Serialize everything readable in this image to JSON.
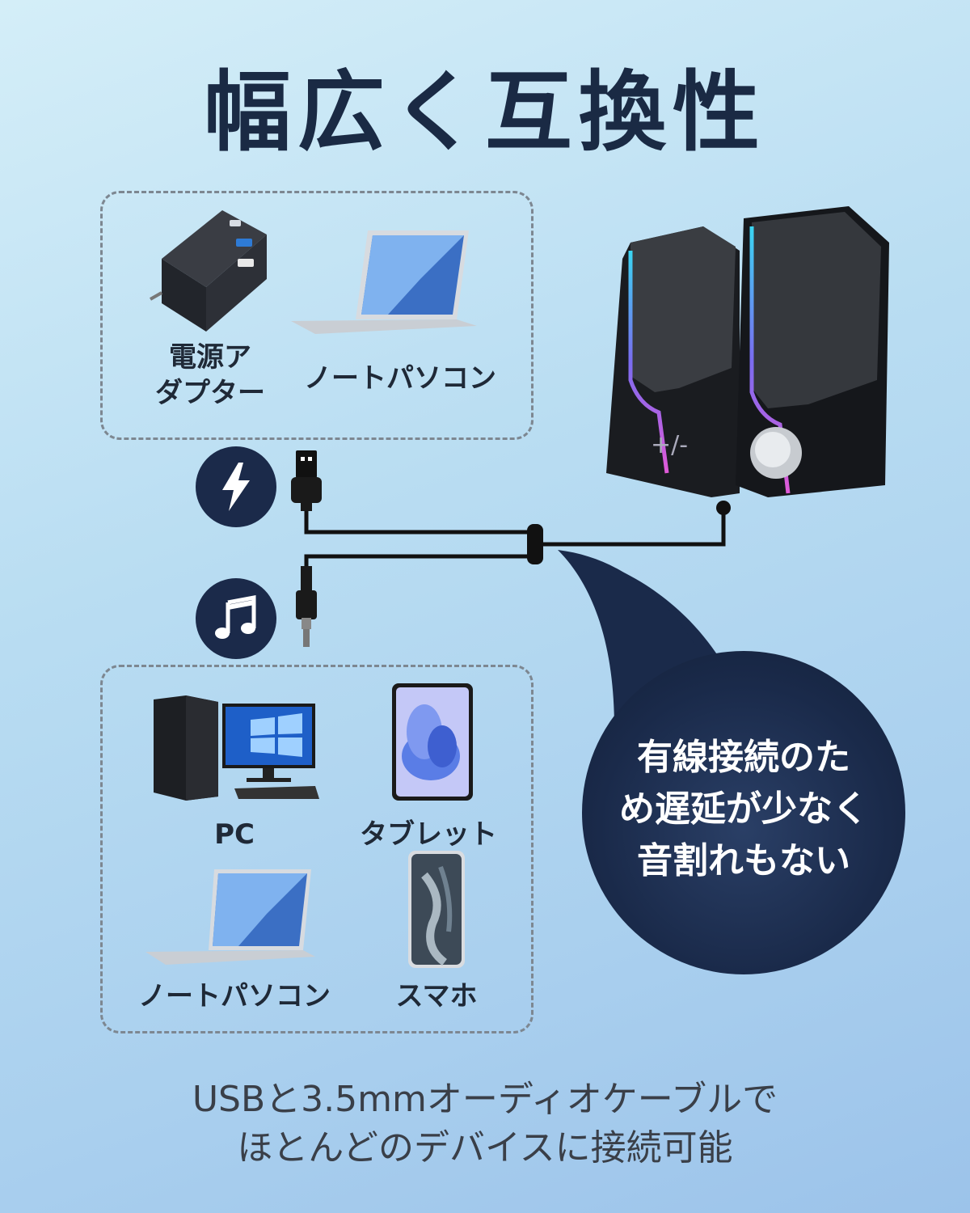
{
  "title": "幅広く互換性",
  "top_devices": {
    "adapter_line1": "電源ア",
    "adapter_line2": "ダプター",
    "laptop": "ノートパソコン"
  },
  "bottom_devices": {
    "pc": "PC",
    "tablet": "タブレット",
    "laptop": "ノートパソコン",
    "phone": "スマホ"
  },
  "bubble": {
    "line1": "有線接続のた",
    "line2": "め遅延が少なく",
    "line3": "音割れもない"
  },
  "footer": {
    "line1": "USBと3.5mmオーディオケーブルで",
    "line2": "ほとんどのデバイスに接続可能"
  },
  "icons": {
    "power": "lightning-icon",
    "audio": "music-note-icon"
  },
  "colors": {
    "navy": "#1b2a4a",
    "text_dark": "#1a2a44"
  }
}
